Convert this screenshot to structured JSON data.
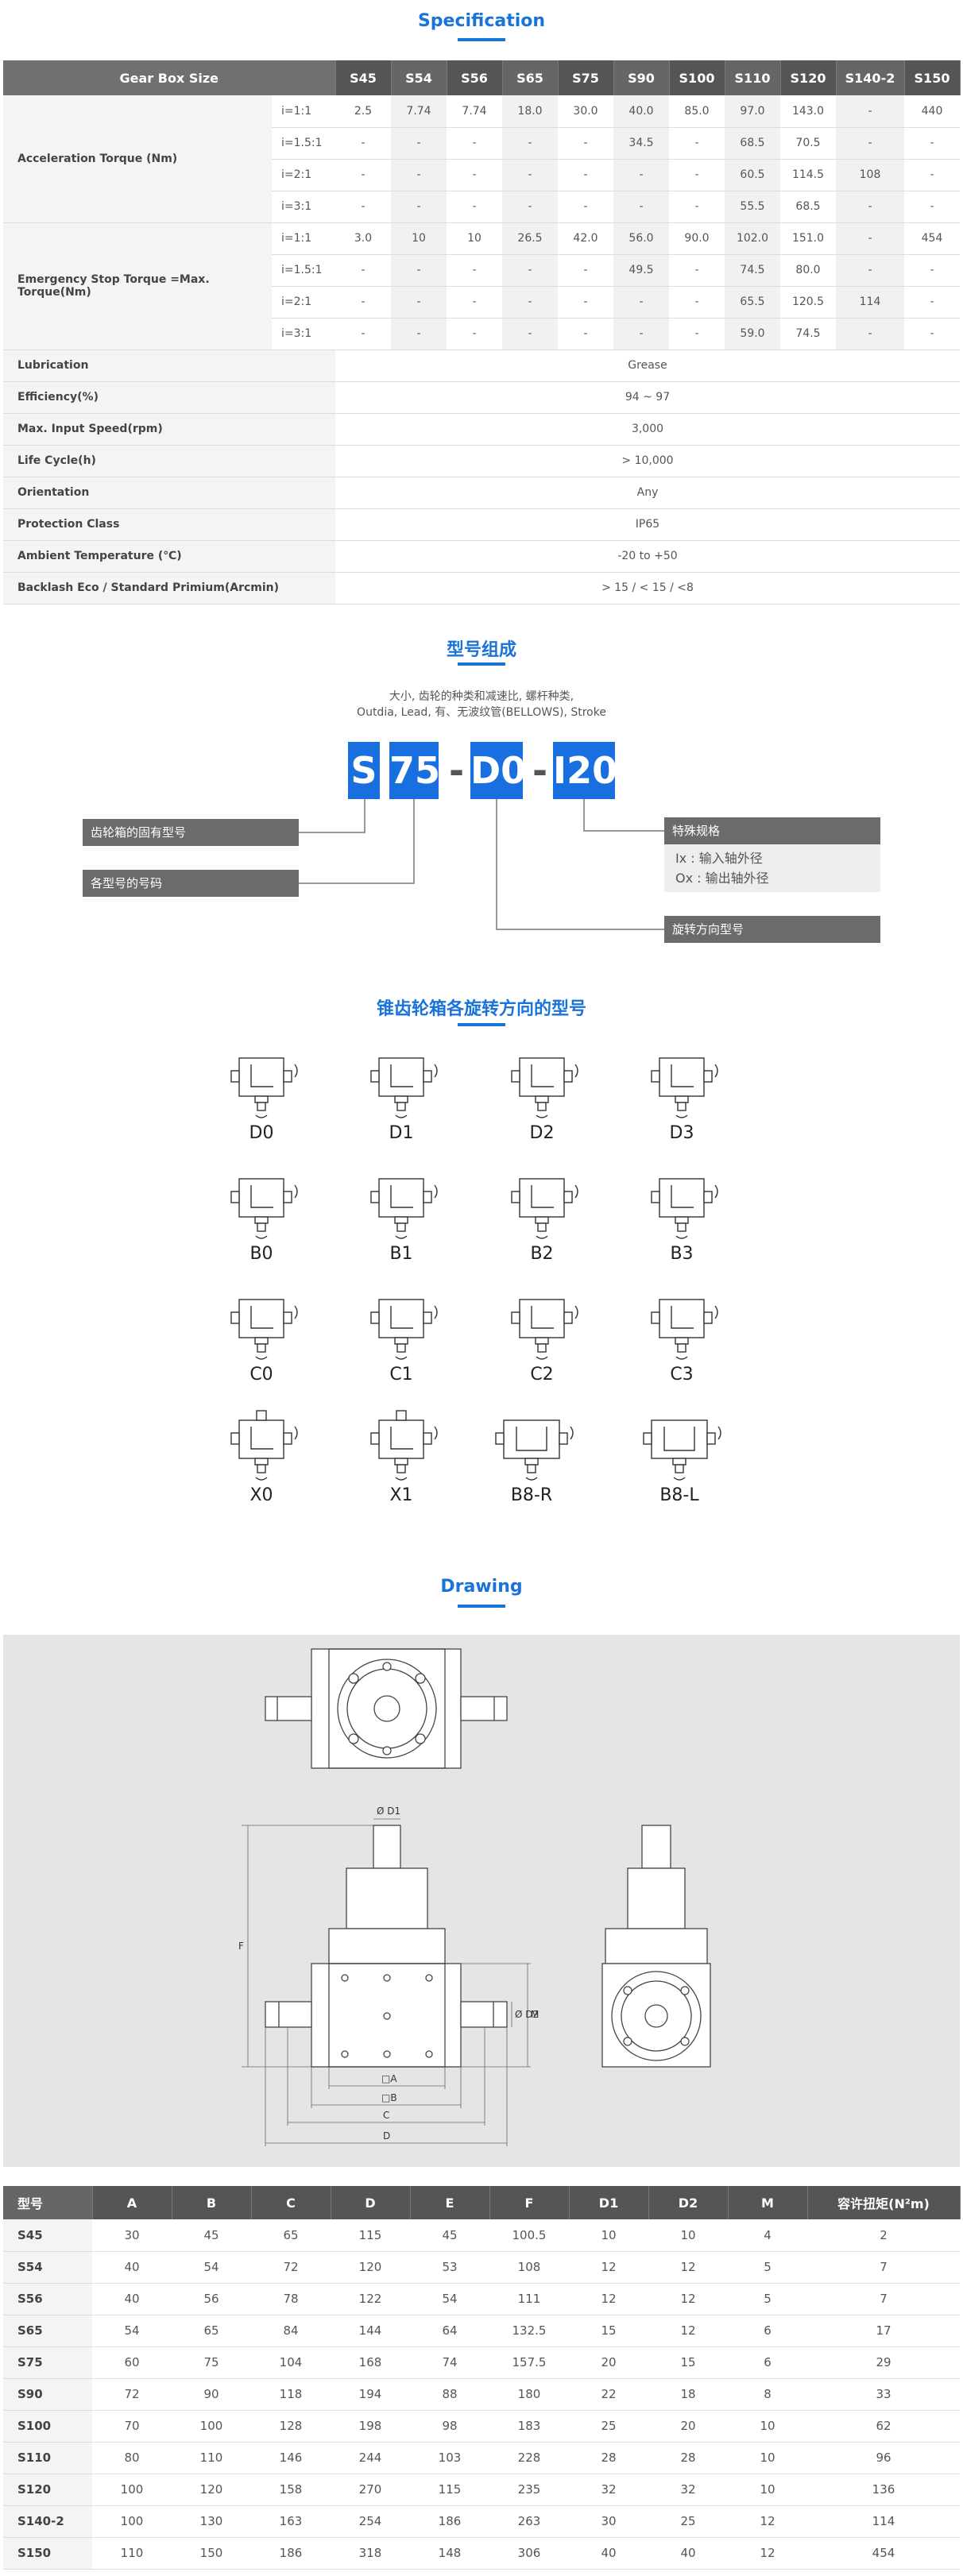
{
  "spec": {
    "title": "Specification",
    "header_label": "Gear Box Size",
    "sizes": [
      "S45",
      "S54",
      "S56",
      "S65",
      "S75",
      "S90",
      "S100",
      "S110",
      "S120",
      "S140-2",
      "S150"
    ],
    "acc_torque": {
      "label": "Acceleration Torque (Nm)",
      "rows": [
        {
          "ratio": "i=1:1",
          "values": [
            "2.5",
            "7.74",
            "7.74",
            "18.0",
            "30.0",
            "40.0",
            "85.0",
            "97.0",
            "143.0",
            "-",
            "440"
          ]
        },
        {
          "ratio": "i=1.5:1",
          "values": [
            "-",
            "-",
            "-",
            "-",
            "-",
            "34.5",
            "-",
            "68.5",
            "70.5",
            "-",
            "-"
          ]
        },
        {
          "ratio": "i=2:1",
          "values": [
            "-",
            "-",
            "-",
            "-",
            "-",
            "-",
            "-",
            "60.5",
            "114.5",
            "108",
            "-"
          ]
        },
        {
          "ratio": "i=3:1",
          "values": [
            "-",
            "-",
            "-",
            "-",
            "-",
            "-",
            "-",
            "55.5",
            "68.5",
            "-",
            "-"
          ]
        }
      ]
    },
    "stop_torque": {
      "label": "Emergency Stop Torque =Max. Torque(Nm)",
      "rows": [
        {
          "ratio": "i=1:1",
          "values": [
            "3.0",
            "10",
            "10",
            "26.5",
            "42.0",
            "56.0",
            "90.0",
            "102.0",
            "151.0",
            "-",
            "454"
          ]
        },
        {
          "ratio": "i=1.5:1",
          "values": [
            "-",
            "-",
            "-",
            "-",
            "-",
            "49.5",
            "-",
            "74.5",
            "80.0",
            "-",
            "-"
          ]
        },
        {
          "ratio": "i=2:1",
          "values": [
            "-",
            "-",
            "-",
            "-",
            "-",
            "-",
            "-",
            "65.5",
            "120.5",
            "114",
            "-"
          ]
        },
        {
          "ratio": "i=3:1",
          "values": [
            "-",
            "-",
            "-",
            "-",
            "-",
            "-",
            "-",
            "59.0",
            "74.5",
            "-",
            "-"
          ]
        }
      ]
    },
    "props": [
      {
        "label": "Lubrication",
        "value": "Grease"
      },
      {
        "label": "Efficiency(%)",
        "value": "94 ~ 97"
      },
      {
        "label": "Max. Input Speed(rpm)",
        "value": "3,000"
      },
      {
        "label": "Life Cycle(h)",
        "value": "> 10,000"
      },
      {
        "label": "Orientation",
        "value": "Any"
      },
      {
        "label": "Protection Class",
        "value": "IP65"
      },
      {
        "label": "Ambient Temperature (℃)",
        "value": "-20 to +50"
      },
      {
        "label": "Backlash Eco / Standard Primium(Arcmin)",
        "value": "> 15 / < 15 / <8"
      }
    ]
  },
  "model": {
    "title": "型号组成",
    "desc1": "大小, 齿轮的种类和减速比, 螺杆种类,",
    "desc2": "Outdia, Lead, 有、无波纹管(BELLOWS), Stroke",
    "codes": [
      "S",
      "75",
      "D0",
      "I20"
    ],
    "labels": {
      "inherent": "齿轮箱的固有型号",
      "model_no": "各型号的号码",
      "special": "特殊规格",
      "rotation": "旋转方向型号"
    },
    "special_lines": [
      "Ix : 输入轴外径",
      "Ox : 输出轴外径"
    ]
  },
  "rotation": {
    "title": "锥齿轮箱各旋转方向的型号",
    "items": [
      "D0",
      "D1",
      "D2",
      "D3",
      "B0",
      "B1",
      "B2",
      "B3",
      "C0",
      "C1",
      "C2",
      "C3",
      "X0",
      "X1",
      "B8-R",
      "B8-L"
    ]
  },
  "drawing": {
    "title": "Drawing",
    "labels": {
      "d1": "Ø D1",
      "d2": "Ø D2",
      "m": "M",
      "f": "F",
      "a": "□A",
      "b": "□B",
      "c": "C",
      "d": "D"
    }
  },
  "dims": {
    "headers": [
      "型号",
      "A",
      "B",
      "C",
      "D",
      "E",
      "F",
      "D1",
      "D2",
      "M",
      "容许扭矩(N²m)"
    ],
    "rows": [
      [
        "S45",
        "30",
        "45",
        "65",
        "115",
        "45",
        "100.5",
        "10",
        "10",
        "4",
        "2"
      ],
      [
        "S54",
        "40",
        "54",
        "72",
        "120",
        "53",
        "108",
        "12",
        "12",
        "5",
        "7"
      ],
      [
        "S56",
        "40",
        "56",
        "78",
        "122",
        "54",
        "111",
        "12",
        "12",
        "5",
        "7"
      ],
      [
        "S65",
        "54",
        "65",
        "84",
        "144",
        "64",
        "132.5",
        "15",
        "12",
        "6",
        "17"
      ],
      [
        "S75",
        "60",
        "75",
        "104",
        "168",
        "74",
        "157.5",
        "20",
        "15",
        "6",
        "29"
      ],
      [
        "S90",
        "72",
        "90",
        "118",
        "194",
        "88",
        "180",
        "22",
        "18",
        "8",
        "33"
      ],
      [
        "S100",
        "70",
        "100",
        "128",
        "198",
        "98",
        "183",
        "25",
        "20",
        "10",
        "62"
      ],
      [
        "S110",
        "80",
        "110",
        "146",
        "244",
        "103",
        "228",
        "28",
        "28",
        "10",
        "96"
      ],
      [
        "S120",
        "100",
        "120",
        "158",
        "270",
        "115",
        "235",
        "32",
        "32",
        "10",
        "136"
      ],
      [
        "S140-2",
        "100",
        "130",
        "163",
        "254",
        "186",
        "263",
        "30",
        "25",
        "12",
        "114"
      ],
      [
        "S150",
        "110",
        "150",
        "186",
        "318",
        "148",
        "306",
        "40",
        "40",
        "12",
        "454"
      ]
    ]
  }
}
